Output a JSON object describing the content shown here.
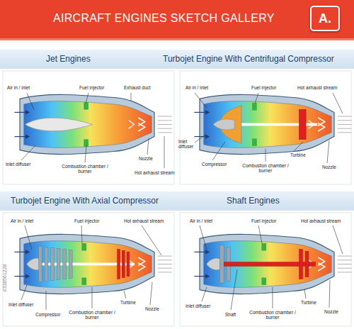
{
  "diagram": {
    "title": "AIRCRAFT ENGINES SKETCH GALLERY",
    "nodes": [
      {
        "text": [
          "A."
        ]
      }
    ],
    "labels": [
      "Jet Engines",
      "Turbojet Engine With Centrifugal Compressor",
      "Air in / inlet",
      "Fuel injector",
      "Exhaust duct",
      "Inlet diffuser",
      "Combustion chamber / burner",
      "Nozzle",
      "Hot axhaust stream",
      "Air in / inlet",
      "Fuel injector",
      "Hot axhaust stream",
      "Inlet diffuser",
      "Compressor",
      "Turbine",
      "Combustion chamber / burner",
      "Nozzle",
      "Turbojet Engine With Axial Compressor",
      "Shaft Engines",
      "Air in / inlet",
      "Fuel injector",
      "Hot axhaust stream",
      "Inlet diffuser",
      "Compressor",
      "Combustion chamber / burner",
      "Turbine",
      "Nozzle",
      "Air in / inlet",
      "Fuel injector",
      "Hot axhaust stream",
      "Inlet diffuser",
      "Shaft",
      "Combustion chamber / burner",
      "Turbine",
      "Nozzle",
      "#338561228"
    ]
  }
}
